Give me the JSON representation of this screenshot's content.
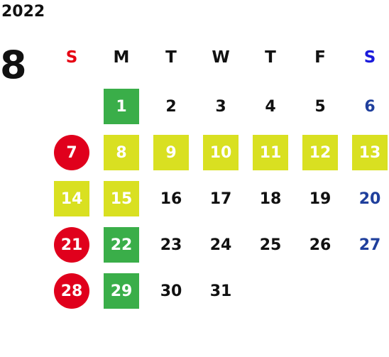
{
  "year": "2022",
  "month": "8",
  "weekdays": [
    "S",
    "M",
    "T",
    "W",
    "T",
    "F",
    "S"
  ],
  "colors": {
    "sunday": "#e60012",
    "saturday": "#1a1adb",
    "holiday_circle": "#e0001c",
    "green": "#3aae49",
    "yellow": "#d9e021",
    "sat_day": "#1f3f9c"
  },
  "weeks": [
    [
      {
        "d": ""
      },
      {
        "d": "1",
        "s": "green"
      },
      {
        "d": "2",
        "s": "plain"
      },
      {
        "d": "3",
        "s": "plain"
      },
      {
        "d": "4",
        "s": "plain"
      },
      {
        "d": "5",
        "s": "plain"
      },
      {
        "d": "6",
        "s": "sat"
      }
    ],
    [
      {
        "d": "7",
        "s": "circ"
      },
      {
        "d": "8",
        "s": "yel"
      },
      {
        "d": "9",
        "s": "yel"
      },
      {
        "d": "10",
        "s": "yel"
      },
      {
        "d": "11",
        "s": "yel"
      },
      {
        "d": "12",
        "s": "yel"
      },
      {
        "d": "13",
        "s": "yel"
      }
    ],
    [
      {
        "d": "14",
        "s": "yel"
      },
      {
        "d": "15",
        "s": "yel"
      },
      {
        "d": "16",
        "s": "plain"
      },
      {
        "d": "17",
        "s": "plain"
      },
      {
        "d": "18",
        "s": "plain"
      },
      {
        "d": "19",
        "s": "plain"
      },
      {
        "d": "20",
        "s": "sat"
      }
    ],
    [
      {
        "d": "21",
        "s": "circ"
      },
      {
        "d": "22",
        "s": "green"
      },
      {
        "d": "23",
        "s": "plain"
      },
      {
        "d": "24",
        "s": "plain"
      },
      {
        "d": "25",
        "s": "plain"
      },
      {
        "d": "26",
        "s": "plain"
      },
      {
        "d": "27",
        "s": "sat"
      }
    ],
    [
      {
        "d": "28",
        "s": "circ"
      },
      {
        "d": "29",
        "s": "green"
      },
      {
        "d": "30",
        "s": "plain"
      },
      {
        "d": "31",
        "s": "plain"
      },
      {
        "d": ""
      },
      {
        "d": ""
      },
      {
        "d": ""
      }
    ]
  ]
}
